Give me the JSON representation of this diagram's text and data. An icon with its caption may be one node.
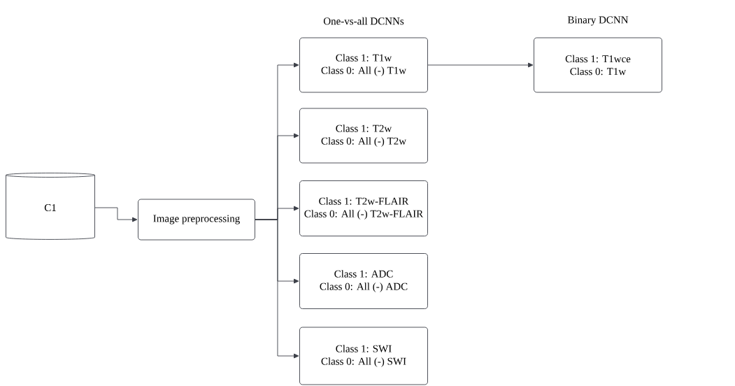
{
  "diagram": {
    "nodes": [
      {
        "text": [
          "C1"
        ]
      },
      {
        "text": [
          "Image preprocessing"
        ]
      },
      {
        "text": [
          "Class 1: T1w",
          "Class 0: All (-) T1w"
        ]
      },
      {
        "text": [
          "Class 1: T2w",
          "Class 0: All (-) T2w"
        ]
      },
      {
        "text": [
          "Class 1: T2w-FLAIR",
          "Class 0: All (-) T2w-FLAIR"
        ]
      },
      {
        "text": [
          "Class 1: ADC",
          "Class 0: All (-) ADC"
        ]
      },
      {
        "text": [
          "Class 1: SWI",
          "Class 0: All (-) SWI"
        ]
      },
      {
        "text": [
          "Class 1: T1wce",
          "Class 0: T1w"
        ]
      }
    ],
    "edges": [
      {
        "from": 0,
        "to": 1,
        "arrow": "to"
      },
      {
        "from": 1,
        "to": 2,
        "arrow": "to"
      },
      {
        "from": 1,
        "to": 3,
        "arrow": "to"
      },
      {
        "from": 1,
        "to": 4,
        "arrow": "to"
      },
      {
        "from": 1,
        "to": 5,
        "arrow": "to"
      },
      {
        "from": 1,
        "to": 6,
        "arrow": "to"
      },
      {
        "from": 2,
        "to": 7,
        "arrow": "to"
      }
    ],
    "labels": [
      "One-vs-all DCNNs",
      "Binary DCNN"
    ]
  }
}
